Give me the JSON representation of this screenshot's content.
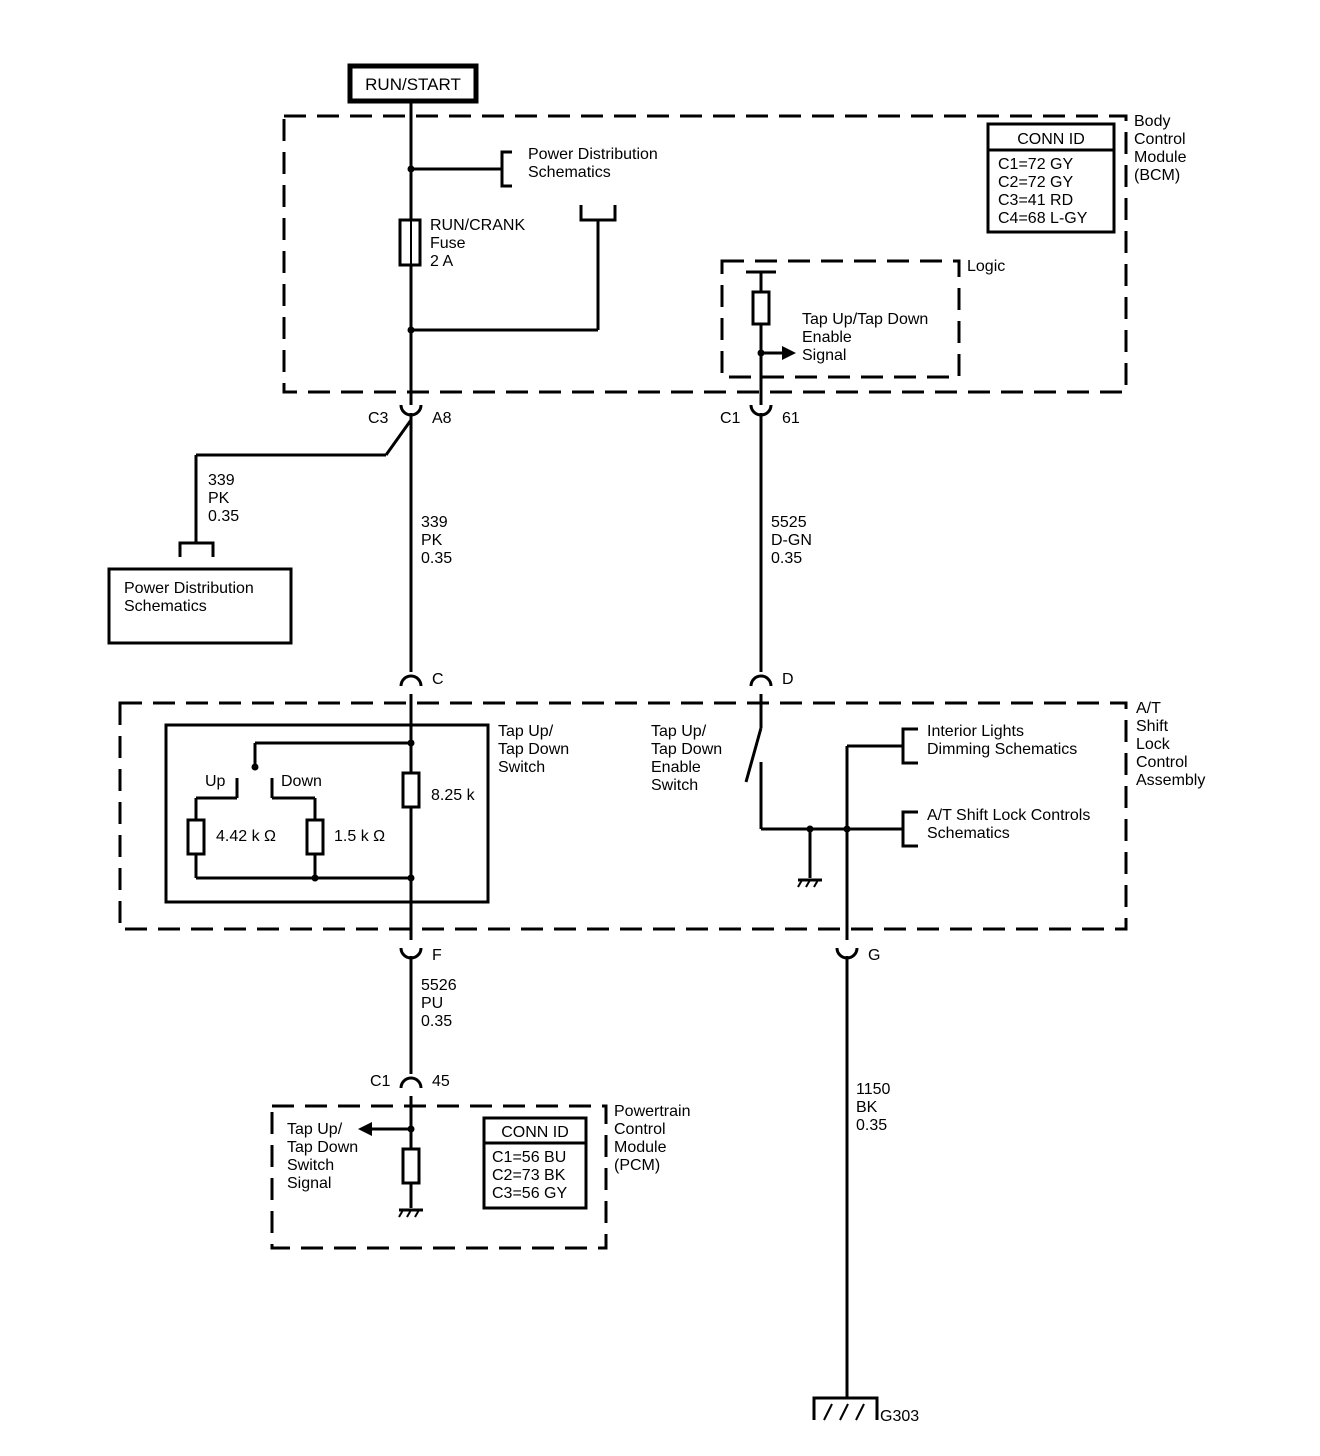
{
  "power_source": "RUN/START",
  "bcm": {
    "name_lines": [
      "Body",
      "Control",
      "Module",
      "(BCM)"
    ],
    "conn_title": "CONN ID",
    "conn_lines": [
      "C1=72 GY",
      "C2=72 GY",
      "C3=41 RD",
      "C4=68 L-GY"
    ],
    "power_dist_lines": [
      "Power Distribution",
      "Schematics"
    ],
    "fuse_lines": [
      "RUN/CRANK",
      "Fuse",
      "2 A"
    ],
    "logic_label": "Logic",
    "enable_signal_lines": [
      "Tap Up/Tap Down",
      "Enable",
      "Signal"
    ]
  },
  "connectors": {
    "c3_conn": "C3",
    "c3_pin": "A8",
    "c1_bcm_conn": "C1",
    "c1_bcm_pin": "61",
    "pin_c": "C",
    "pin_d": "D",
    "pin_f": "F",
    "pin_g": "G",
    "c1_pcm_conn": "C1",
    "c1_pcm_pin": "45"
  },
  "wires": {
    "w339_branch": [
      "339",
      "PK",
      "0.35"
    ],
    "w339_main": [
      "339",
      "PK",
      "0.35"
    ],
    "w5525": [
      "5525",
      "D-GN",
      "0.35"
    ],
    "w5526": [
      "5526",
      "PU",
      "0.35"
    ],
    "w1150": [
      "1150",
      "BK",
      "0.35"
    ]
  },
  "power_dist_box_lines": [
    "Power Distribution",
    "Schematics"
  ],
  "shift_lock": {
    "name_lines": [
      "A/T",
      "Shift",
      "Lock",
      "Control",
      "Assembly"
    ],
    "switch_label_lines": [
      "Tap Up/",
      "Tap Down",
      "Switch"
    ],
    "up": "Up",
    "down": "Down",
    "r1": "4.42 k Ω",
    "r2": "1.5 k Ω",
    "r3": "8.25 k",
    "enable_switch_lines": [
      "Tap Up/",
      "Tap Down",
      "Enable",
      "Switch"
    ],
    "interior_lines": [
      "Interior Lights",
      "Dimming Schematics"
    ],
    "shift_controls_lines": [
      "A/T Shift Lock Controls",
      "Schematics"
    ]
  },
  "pcm": {
    "name_lines": [
      "Powertrain",
      "Control",
      "Module",
      "(PCM)"
    ],
    "signal_lines": [
      "Tap Up/",
      "Tap Down",
      "Switch",
      "Signal"
    ],
    "conn_title": "CONN ID",
    "conn_lines": [
      "C1=56 BU",
      "C2=73 BK",
      "C3=56 GY"
    ]
  },
  "ground_label": "G303"
}
